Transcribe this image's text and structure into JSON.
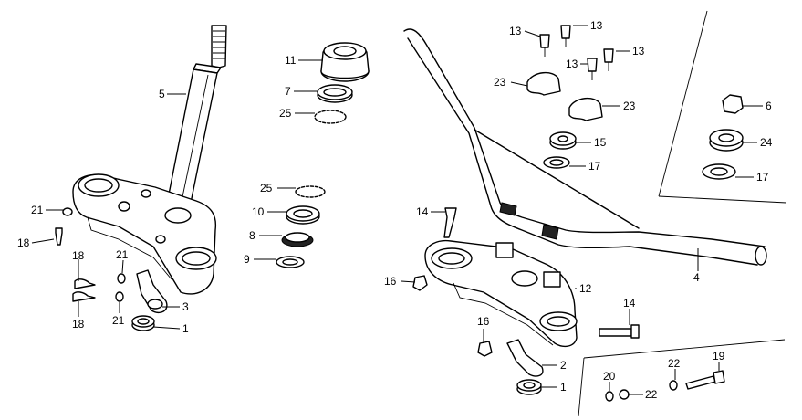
{
  "callouts": {
    "c1a": "1",
    "c1b": "1",
    "c2": "2",
    "c3": "3",
    "c4": "4",
    "c5": "5",
    "c6": "6",
    "c7": "7",
    "c8": "8",
    "c9": "9",
    "c10": "10",
    "c11": "11",
    "c12": "12",
    "c13a": "13",
    "c13b": "13",
    "c13c": "13",
    "c13d": "13",
    "c14a": "14",
    "c14b": "14",
    "c15": "15",
    "c16a": "16",
    "c16b": "16",
    "c17a": "17",
    "c17b": "17",
    "c18a": "18",
    "c18b": "18",
    "c18c": "18",
    "c19": "19",
    "c20": "20",
    "c21a": "21",
    "c21b": "21",
    "c21c": "21",
    "c22a": "22",
    "c22b": "22",
    "c23a": "23",
    "c23b": "23",
    "c24": "24",
    "c25a": "25",
    "c25b": "25"
  }
}
